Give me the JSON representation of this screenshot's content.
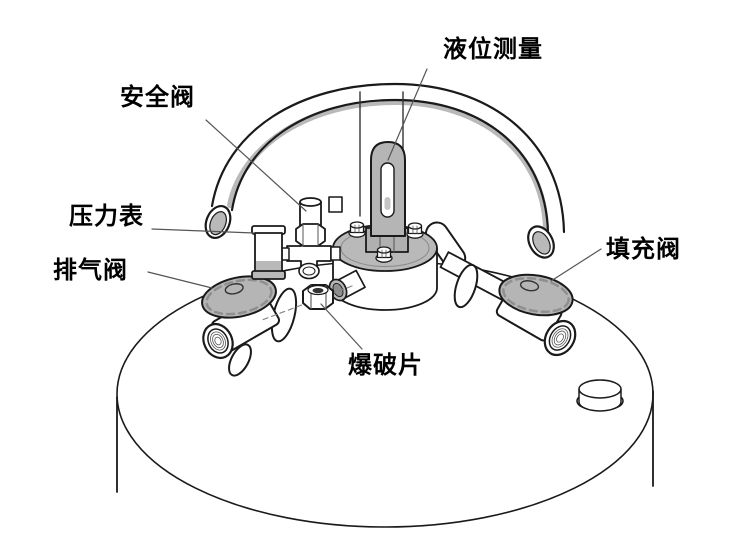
{
  "diagram": {
    "labels": {
      "liquid_level": "液位测量",
      "safety_valve": "安全阀",
      "pressure_gauge": "压力表",
      "vent_valve": "排气阀",
      "fill_valve": "填充阀",
      "burst_disc": "爆破片"
    },
    "colors": {
      "line": "#1a1a1a",
      "gray_shade": "#b5b5b5",
      "gray_light": "#b9b9b9",
      "background": "#ffffff"
    }
  }
}
